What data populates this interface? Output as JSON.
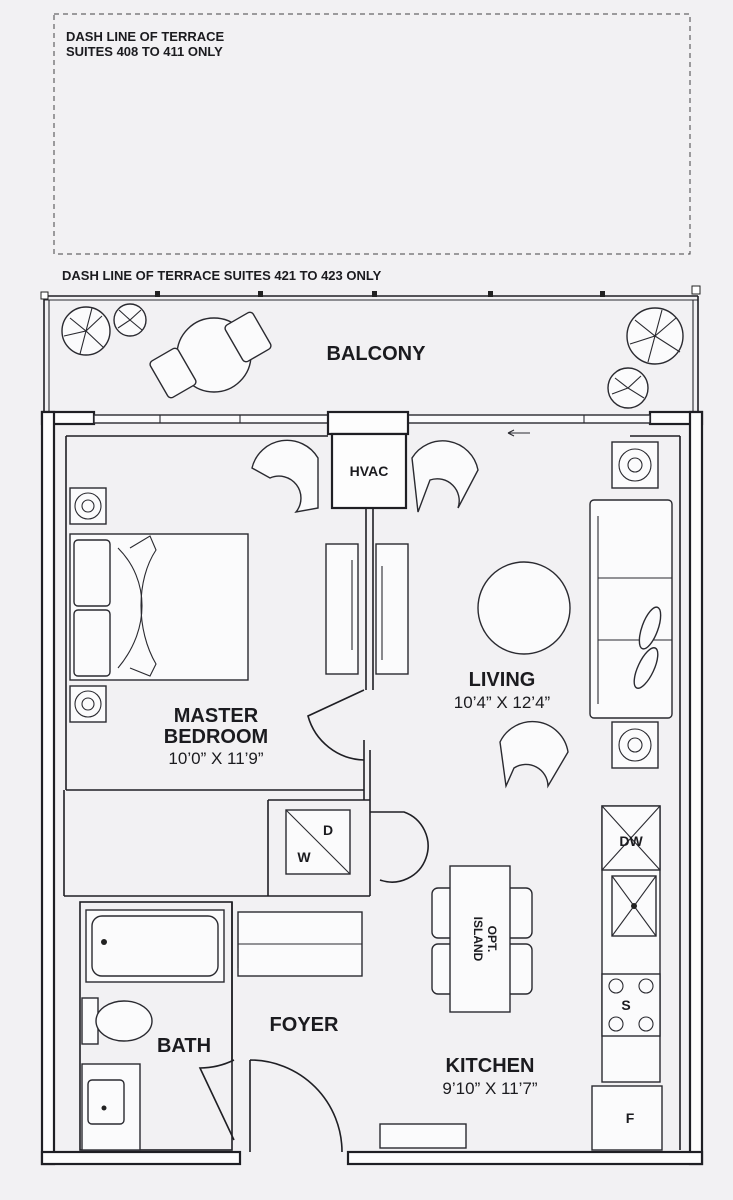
{
  "notes": {
    "terrace_a_line1": "DASH LINE OF TERRACE",
    "terrace_a_line2": "SUITES 408 TO 411 ONLY",
    "terrace_b": "DASH LINE OF TERRACE SUITES 421 TO 423 ONLY"
  },
  "rooms": {
    "balcony": "BALCONY",
    "hvac": "HVAC",
    "master_line1": "MASTER",
    "master_line2": "BEDROOM",
    "master_dim": "10’0” X 11’9”",
    "living": "LIVING",
    "living_dim": "10’4” X 12’4”",
    "laundry_d": "D",
    "laundry_w": "W",
    "dw": "DW",
    "island_line1": "OPT.",
    "island_line2": "ISLAND",
    "stove": "S",
    "foyer": "FOYER",
    "bath": "BATH",
    "kitchen": "KITCHEN",
    "kitchen_dim": "9’10” X 11’7”",
    "fridge": "F"
  }
}
